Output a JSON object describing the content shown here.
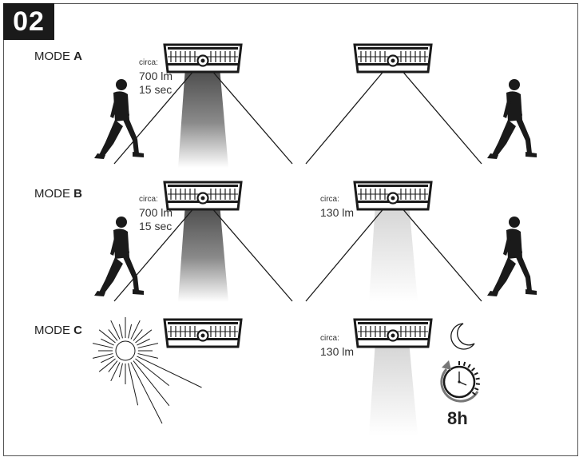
{
  "step_number": "02",
  "modes": [
    {
      "prefix": "MODE ",
      "letter": "A"
    },
    {
      "prefix": "MODE ",
      "letter": "B"
    },
    {
      "prefix": "MODE ",
      "letter": "C"
    }
  ],
  "specs": {
    "mode_a_bright": {
      "circa": "circa:",
      "lumen": "700 lm",
      "duration": "15 sec"
    },
    "mode_b_bright": {
      "circa": "circa:",
      "lumen": "700 lm",
      "duration": "15 sec"
    },
    "mode_b_dim": {
      "circa": "circa:",
      "lumen": "130 lm"
    },
    "mode_c_dim": {
      "circa": "circa:",
      "lumen": "130 lm"
    }
  },
  "timer_label": "8h",
  "icons": [
    "walking-person-icon",
    "sun-icon",
    "moon-icon",
    "clock-timer-icon",
    "solar-lamp-icon"
  ],
  "colors": {
    "ink": "#1a1a1a",
    "beam_dark": "#555555",
    "beam_light": "#d8d8d8"
  }
}
